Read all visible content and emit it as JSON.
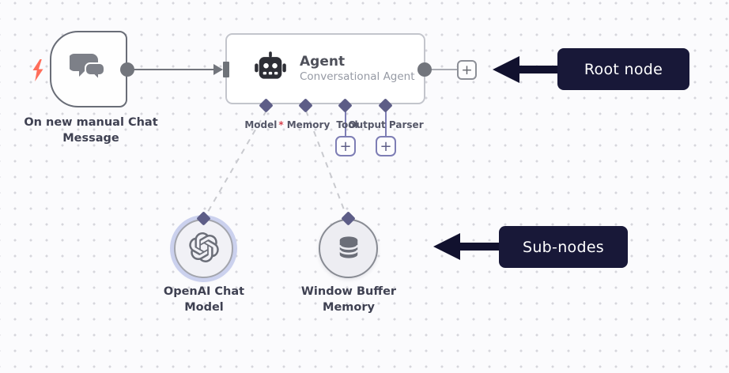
{
  "colors": {
    "canvas_bg": "#fbfbfd",
    "grid_dot": "#d6d6dc",
    "trigger_border": "#696d77",
    "agent_border": "#c3c5cc",
    "connector_gray": "#72757c",
    "diamond_purple": "#5d5d87",
    "port_purple": "#7e7eb5",
    "bolt_red": "#ff6d5a",
    "required_red": "#d6424e",
    "badge_navy": "#181838",
    "arrow_navy": "#11112e",
    "openai_halo": "#cbd1ee",
    "icon_gray": "#6e7179"
  },
  "trigger": {
    "label": "On new manual Chat Message"
  },
  "agent": {
    "title": "Agent",
    "subtitle": "Conversational Agent"
  },
  "ports": {
    "model": {
      "label": "Model",
      "required_mark": "*"
    },
    "memory": {
      "label": "Memory"
    },
    "tool": {
      "label": "Tool"
    },
    "output_parser": {
      "label": "Output Parser"
    }
  },
  "subnodes": {
    "openai": {
      "label": "OpenAI Chat Model"
    },
    "memory": {
      "label": "Window Buffer Memory"
    }
  },
  "annotations": {
    "root": {
      "label": "Root node"
    },
    "sub": {
      "label": "Sub-nodes"
    }
  },
  "symbols": {
    "plus": "+"
  }
}
